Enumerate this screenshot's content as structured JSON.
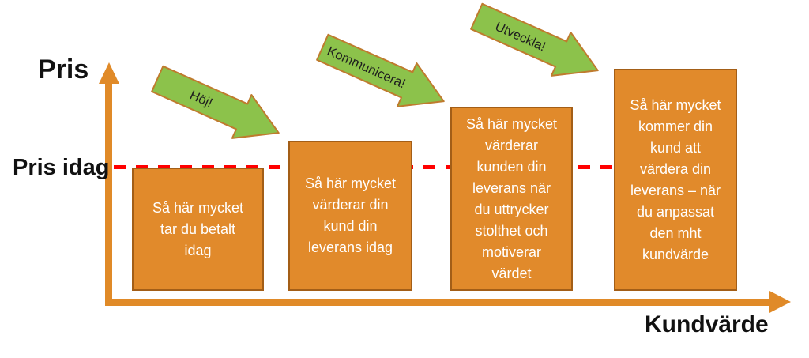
{
  "axes": {
    "y_label": "Pris",
    "x_label": "Kundvärde",
    "reference_line_label": "Pris idag"
  },
  "bars": [
    {
      "text": "Så här mycket\ntar du betalt\nidag"
    },
    {
      "text": "Så här mycket\nvärderar din\nkund din\nleverans idag"
    },
    {
      "text": "Så här mycket\nvärderar\nkunden din\nleverans när\ndu uttrycker\nstolthet och\nmotiverar\nvärdet"
    },
    {
      "text": "Så här mycket\nkommer din\nkund att\nvärdera din\nleverans – när\ndu anpassat\nden mht\nkundvärde"
    }
  ],
  "action_arrows": [
    {
      "label": "Höj!"
    },
    {
      "label": "Kommunicera!"
    },
    {
      "label": "Utveckla!"
    }
  ],
  "colors": {
    "bar_fill": "#E18A2B",
    "bar_border": "#A35E17",
    "axis": "#E08A28",
    "arrow_fill": "#8CC24B",
    "arrow_border": "#BF7B2E",
    "reference_line": "#FF0000",
    "bar_text": "#FFFFFF",
    "label_text": "#111111"
  }
}
